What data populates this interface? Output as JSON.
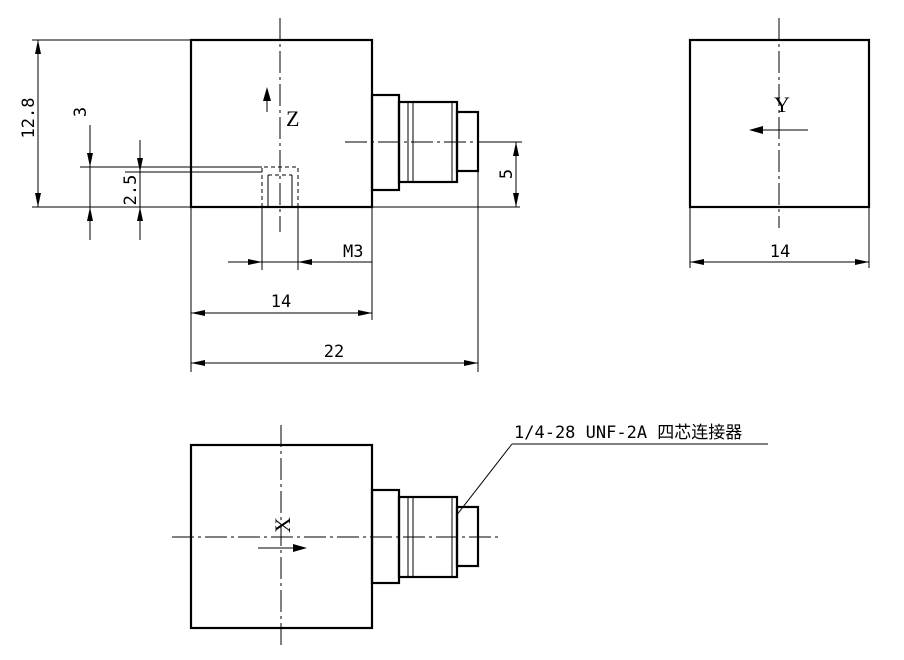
{
  "dimensions": {
    "height": "12.8",
    "offset_3": "3",
    "offset_2_5": "2.5",
    "thread": "M3",
    "width_14": "14",
    "length_22": "22",
    "connector_offset": "5",
    "side_width": "14"
  },
  "axes": {
    "z": "Z",
    "y": "Y",
    "x": "X"
  },
  "connector_label": "1/4-28 UNF-2A 四芯连接器",
  "colors": {
    "line": "#000000",
    "background": "#ffffff"
  }
}
